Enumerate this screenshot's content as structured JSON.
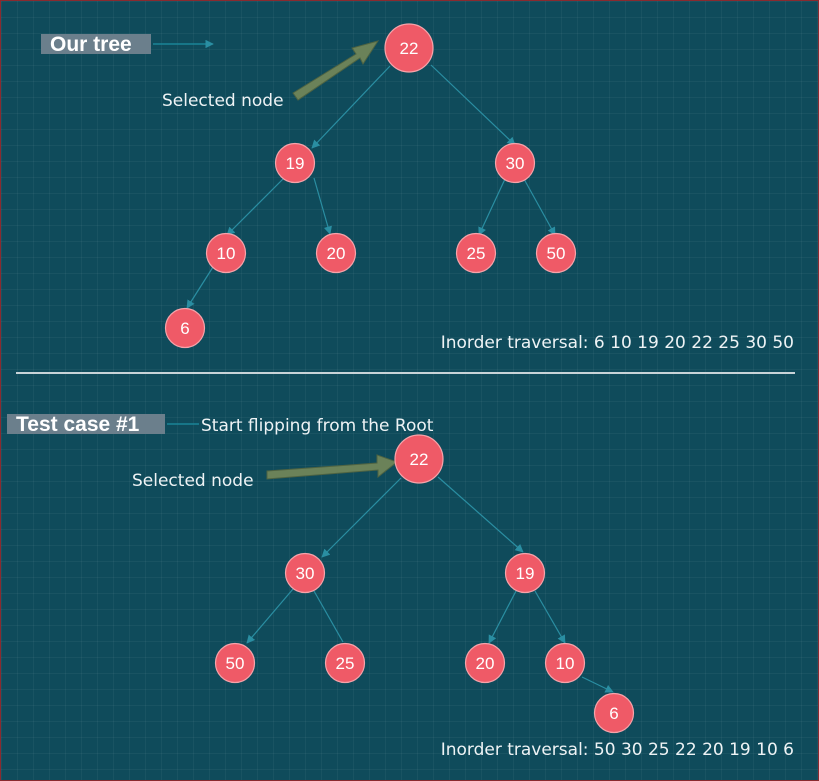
{
  "colors": {
    "background": "#0f4b5b",
    "node_fill": "#ef5a67",
    "edge": "#2a8ea2",
    "arrow": "#6b8259",
    "title_box": "#6b7f8c"
  },
  "top": {
    "title": "Our tree",
    "selected_label": "Selected node",
    "traversal_text": "Inorder traversal: 6 10 19 20 22 25 30 50",
    "nodes": [
      {
        "value": "22"
      },
      {
        "value": "19"
      },
      {
        "value": "30"
      },
      {
        "value": "10"
      },
      {
        "value": "20"
      },
      {
        "value": "25"
      },
      {
        "value": "50"
      },
      {
        "value": "6"
      }
    ]
  },
  "bottom": {
    "title": "Test case #1",
    "note": "Start flipping from the Root",
    "selected_label": "Selected node",
    "traversal_text": "Inorder traversal: 50 30 25 22 20 19 10 6",
    "nodes": [
      {
        "value": "22"
      },
      {
        "value": "30"
      },
      {
        "value": "19"
      },
      {
        "value": "50"
      },
      {
        "value": "25"
      },
      {
        "value": "20"
      },
      {
        "value": "10"
      },
      {
        "value": "6"
      }
    ]
  }
}
